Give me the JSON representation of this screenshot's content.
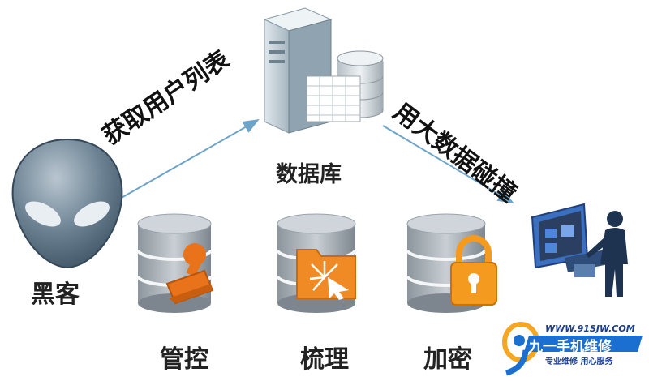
{
  "nodes": {
    "hacker": "黑客",
    "database": "数据库",
    "manage": "管控",
    "sort": "梳理",
    "encrypt": "加密"
  },
  "arrows": {
    "left": "获取用户列表",
    "right": "用大数据碰撞"
  },
  "watermark": {
    "url": "WWW.91SJW.COM",
    "name": "九一手机维修",
    "slogan": "专业维修 用心服务"
  },
  "colors": {
    "arrow": "#6fa4c9",
    "stamp": "#e8731a",
    "db_gray": "#9aa3ab",
    "alien": "#5b6f7f"
  }
}
